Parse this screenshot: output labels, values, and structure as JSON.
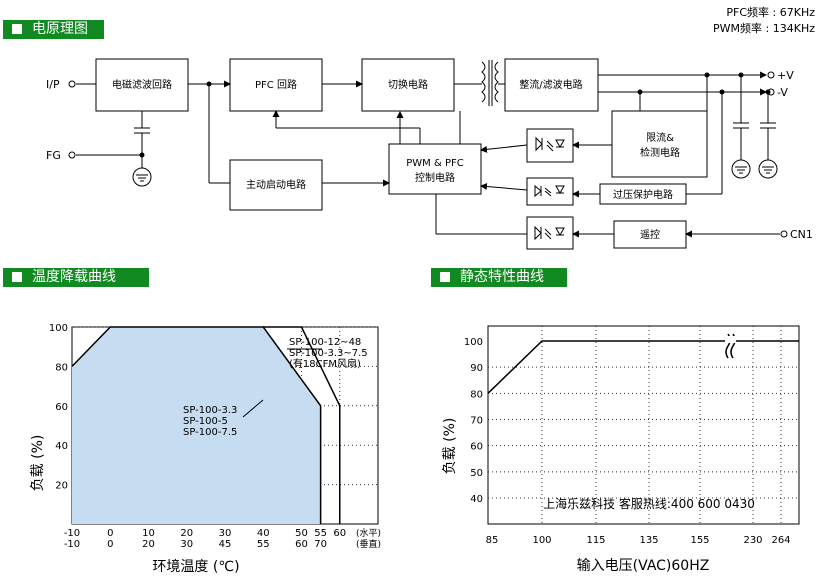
{
  "top": {
    "pfc_freq": "PFC频率 : 67KHz",
    "pwm_freq": "PWM频率 : 134KHz"
  },
  "sections": {
    "circuit": "电原理图",
    "derating": "温度降载曲线",
    "static": "静态特性曲线"
  },
  "circuit": {
    "blocks": {
      "emi": "电磁滤波回路",
      "pfc": "PFC 回路",
      "switch": "切换电路",
      "rectifier": "整流/滤波电路",
      "pwm_line1": "PWM & PFC",
      "pwm_line2": "控制电路",
      "startup": "主动启动电路",
      "detect_line1": "限流&",
      "detect_line2": "检测电路",
      "ovp": "过压保护电路",
      "remote": "遥控"
    },
    "terminals": {
      "ip": "I/P",
      "fg": "FG",
      "vplus": "+V",
      "vminus": "-V",
      "cn1": "CN1"
    }
  },
  "derating_chart": {
    "ylabel": "负载 (%)",
    "xlabel": "环境温度 (℃)",
    "y_ticks": [
      "20",
      "40",
      "60",
      "80",
      "100"
    ],
    "x_ticks_top": [
      "-10",
      "0",
      "10",
      "20",
      "30",
      "40",
      "50",
      "55",
      "60"
    ],
    "x_ticks_bottom": [
      "-10",
      "0",
      "20",
      "30",
      "45",
      "55",
      "60",
      "70"
    ],
    "axis_note_top": "(水平)",
    "axis_note_bottom": "(垂直)",
    "label_a": [
      "SP-100-12~48",
      "SP-100-3.3~7.5",
      "(有18CFM风扇)"
    ],
    "label_b": [
      "SP-100-3.3",
      "SP-100-5",
      "SP-100-7.5"
    ]
  },
  "static_chart": {
    "ylabel": "负载 (%)",
    "xlabel": "输入电压(VAC)60HZ",
    "y_ticks": [
      "40",
      "50",
      "60",
      "70",
      "80",
      "90",
      "100"
    ],
    "x_ticks": [
      "85",
      "100",
      "115",
      "135",
      "155",
      "230",
      "264"
    ],
    "watermark": "上海乐兹科技 客服热线:400 600 0430"
  },
  "chart_data": [
    {
      "type": "area",
      "xlabel": "环境温度 (℃)",
      "ylabel": "负载 (%)",
      "xlim": [
        -10,
        70
      ],
      "ylim": [
        0,
        100
      ],
      "series": [
        {
          "name": "SP-100-3.3 / SP-100-5 / SP-100-7.5",
          "x": [
            -10,
            0,
            40,
            55,
            55
          ],
          "y": [
            80,
            100,
            100,
            60,
            0
          ]
        },
        {
          "name": "SP-100-12~48 / SP-100-3.3~7.5 (有18CFM风扇)",
          "x": [
            40,
            50,
            60,
            60
          ],
          "y": [
            100,
            100,
            60,
            0
          ]
        }
      ]
    },
    {
      "type": "line",
      "xlabel": "输入电压(VAC)60HZ",
      "ylabel": "负载 (%)",
      "categories_x": [
        "85",
        "100",
        "115",
        "135",
        "155",
        "230",
        "264"
      ],
      "series": [
        {
          "x": [
            85,
            100,
            264
          ],
          "y": [
            80,
            100,
            100
          ]
        }
      ]
    }
  ]
}
